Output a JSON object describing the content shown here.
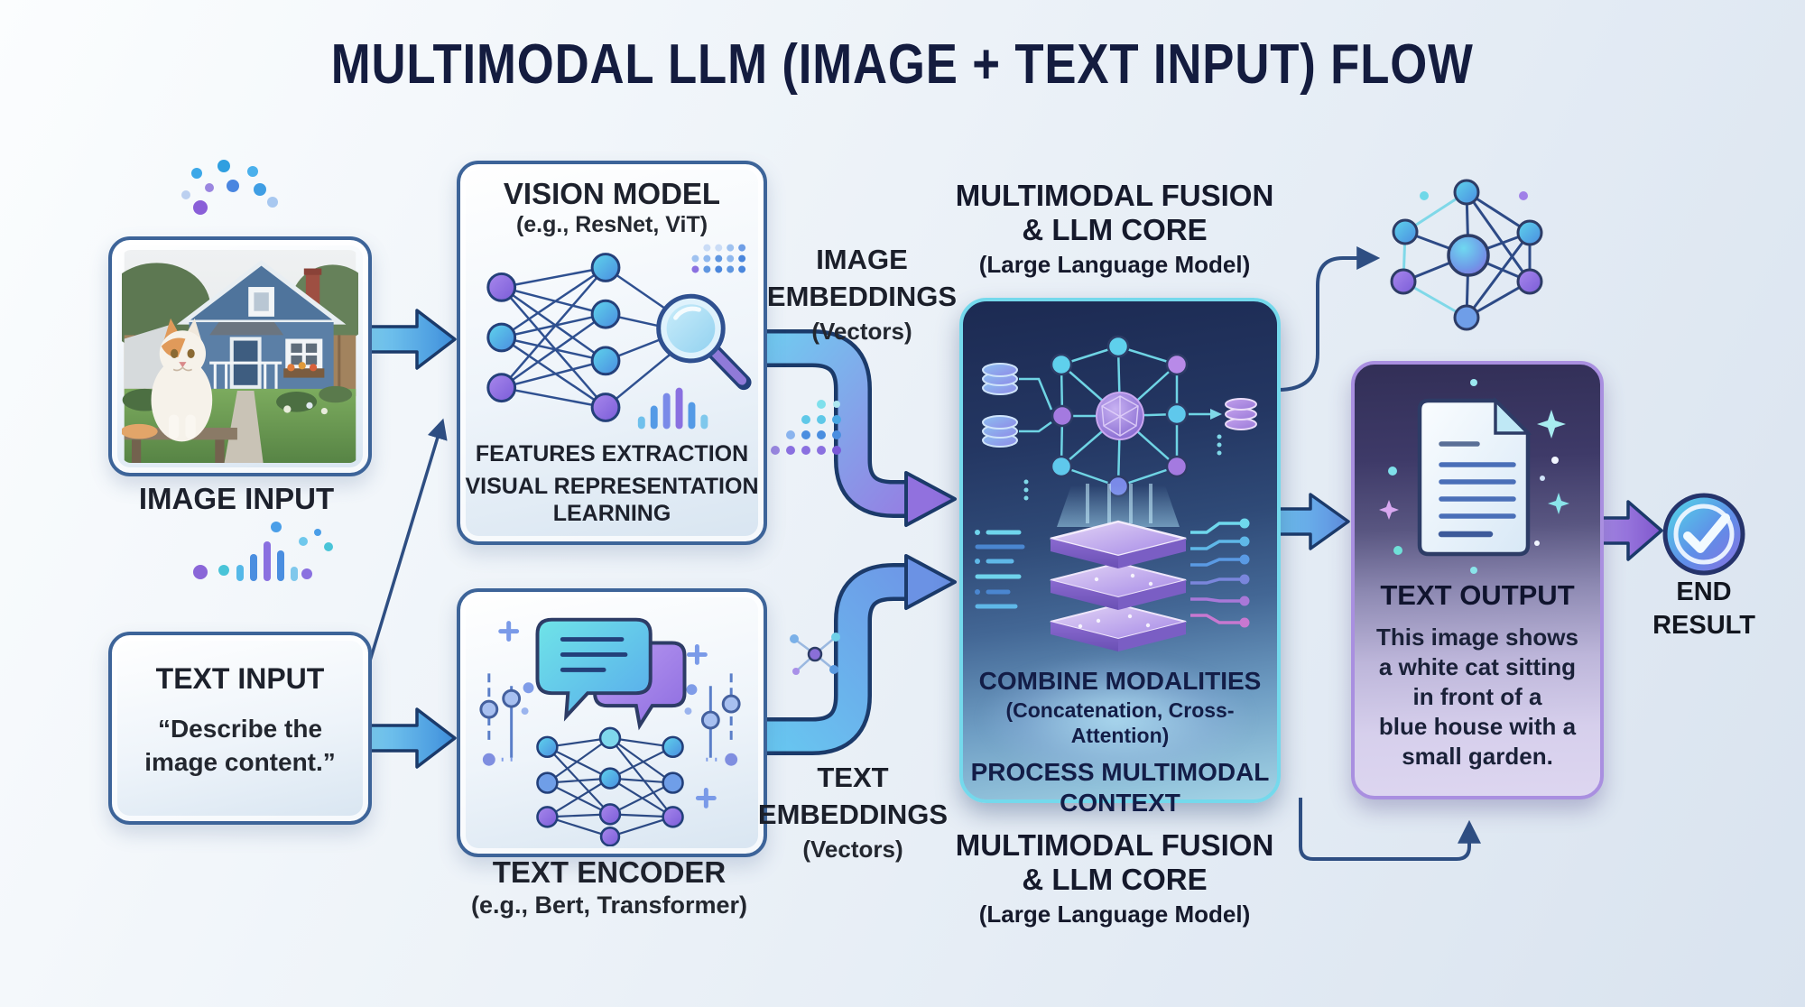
{
  "title": "MULTIMODAL LLM (IMAGE + TEXT INPUT) FLOW",
  "image_input": {
    "label": "IMAGE INPUT"
  },
  "text_input": {
    "title": "TEXT INPUT",
    "quote_line1": "“Describe the",
    "quote_line2": "image content.”"
  },
  "vision_model": {
    "title": "VISION MODEL",
    "subtitle": "(e.g., ResNet, ViT)",
    "caption1": "FEATURES EXTRACTION",
    "caption2": "VISUAL REPRESENTATION",
    "caption3": "LEARNING"
  },
  "text_encoder": {
    "title": "TEXT ENCODER",
    "subtitle": "(e.g., Bert, Transformer)"
  },
  "image_embeddings": {
    "line1": "IMAGE",
    "line2": "EMBEDDINGS",
    "line3": "(Vectors)"
  },
  "text_embeddings": {
    "line1": "TEXT",
    "line2": "EMBEDDINGS",
    "line3": "(Vectors)"
  },
  "fusion": {
    "heading_line1": "MULTIMODAL FUSION",
    "heading_line2": "& LLM CORE",
    "heading_sub": "(Large Language Model)",
    "body_line1": "COMBINE MODALITIES",
    "body_line2": "(Concatenation, Cross-Attention)",
    "body_line3": "PROCESS MULTIMODAL",
    "body_line4": "CONTEXT"
  },
  "text_output": {
    "title": "TEXT OUTPUT",
    "lines": [
      "This image shows",
      "a white cat sitting",
      "in front of a",
      "blue house with a",
      "small garden."
    ]
  },
  "end_result": {
    "line1": "END",
    "line2": "RESULT"
  },
  "colors": {
    "accent_blue": "#4a90e0",
    "accent_cyan": "#57d8e8",
    "accent_purple": "#8a63d2",
    "outline_navy": "#2d3c66",
    "title_navy": "#141c3f"
  }
}
